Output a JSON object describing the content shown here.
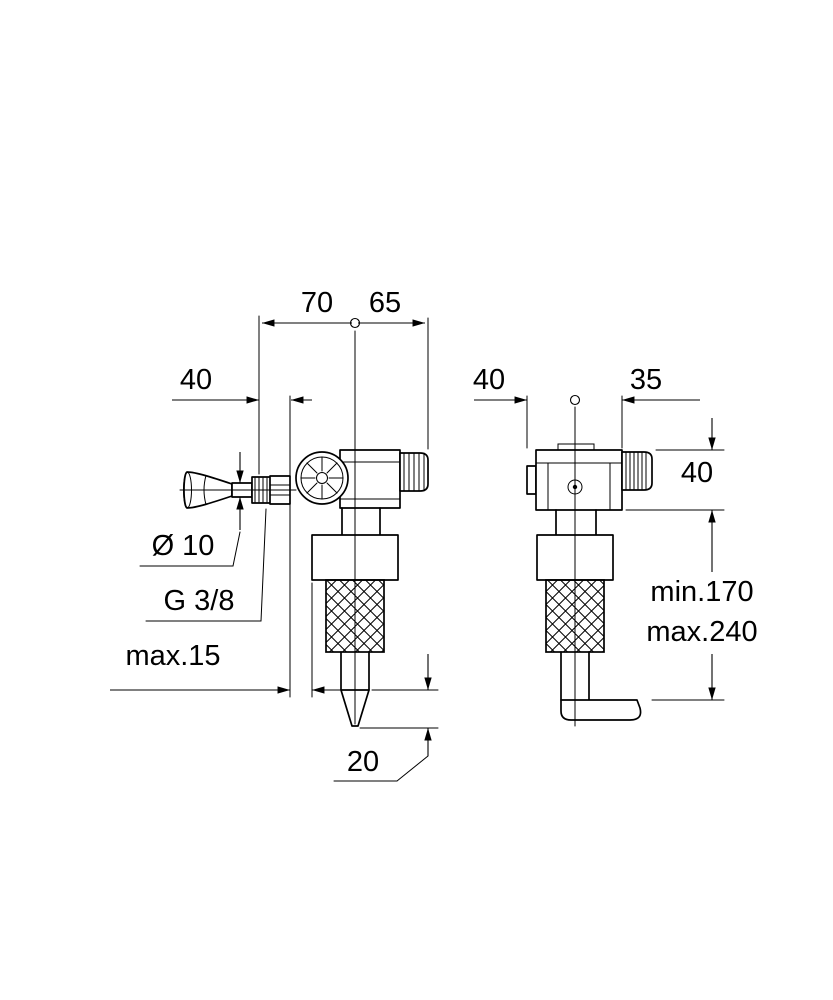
{
  "dims": {
    "top_span_left": "70",
    "top_span_right": "65",
    "inlet_offset": "40",
    "side_offset_left": "40",
    "side_offset_right": "35",
    "head_height": "40",
    "inlet_diameter": "Ø 10",
    "inlet_thread": "G 3/8",
    "wall_thickness_max": "max.15",
    "outlet_tip_length": "20",
    "height_min": "min.170",
    "height_max": "max.240"
  },
  "colors": {
    "line": "#000000",
    "background": "#ffffff"
  }
}
